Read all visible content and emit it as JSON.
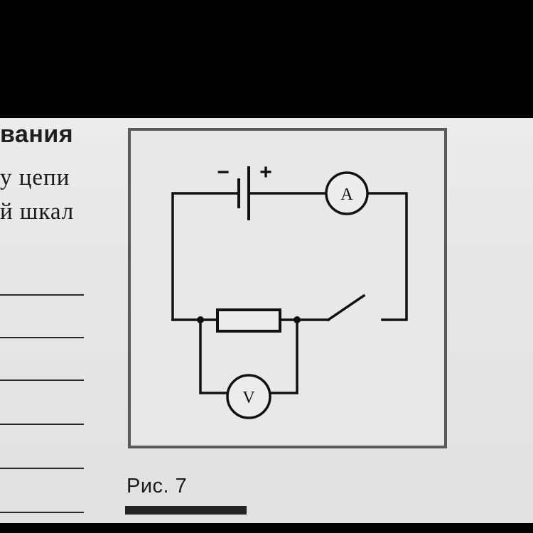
{
  "left_column": {
    "heading_fragment": "вания",
    "line1": "у цепи",
    "line2": "й  шкал"
  },
  "figure": {
    "battery_minus": "−",
    "battery_plus": "+",
    "ammeter_label": "A",
    "voltmeter_label": "V",
    "caption": "Рис. 7"
  }
}
